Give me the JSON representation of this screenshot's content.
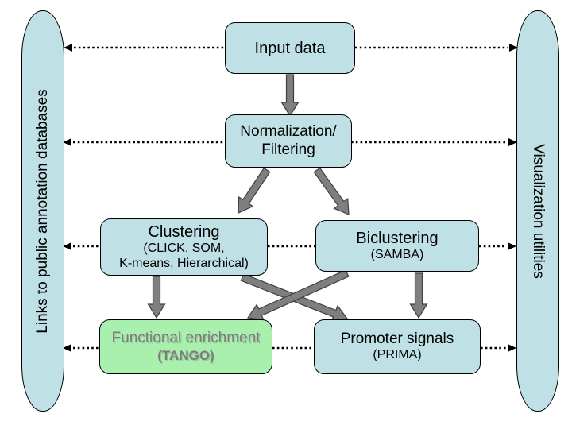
{
  "diagram": {
    "left_capsule": {
      "label": "Links to public annotation databases"
    },
    "right_capsule": {
      "label": "Visualization utilities"
    },
    "boxes": {
      "input_data": {
        "title": "Input data"
      },
      "normalization": {
        "title_line1": "Normalization/",
        "title_line2": "Filtering"
      },
      "clustering": {
        "title": "Clustering",
        "subtitle_line1": "(CLICK, SOM,",
        "subtitle_line2": "K-means, Hierarchical)"
      },
      "biclustering": {
        "title": "Biclustering",
        "subtitle": "(SAMBA)"
      },
      "functional_enrichment": {
        "title": "Functional enrichment",
        "subtitle": "(TANGO)"
      },
      "promoter_signals": {
        "title": "Promoter signals",
        "subtitle": "(PRIMA)"
      }
    },
    "colors": {
      "box_fill": "#bfe0e5",
      "green_fill": "#a9efae",
      "arrow_fill": "#7f7f7f",
      "arrow_outline": "#404040",
      "dotted_line": "#000000",
      "gray_text": "#7c7c7c"
    }
  }
}
